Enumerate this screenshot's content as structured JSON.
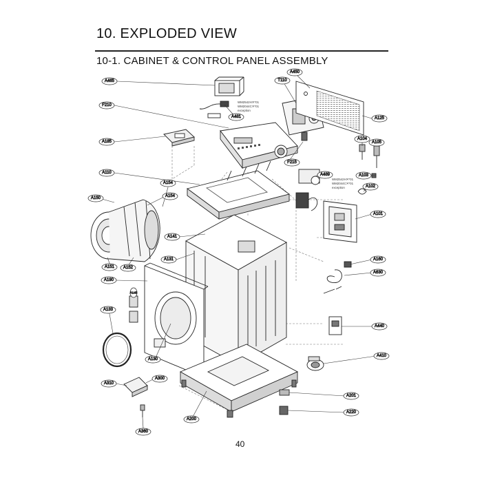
{
  "header": {
    "page_title": "10. EXPLODED VIEW",
    "section_title": "10-1. CABINET  & CONTROL PANEL ASSEMBLY"
  },
  "footer": {
    "page_number": "40"
  },
  "callouts": {
    "A465": "A465",
    "A450": "A450",
    "T110": "T110",
    "F210": "F210",
    "A481": "A481",
    "A125": "A125",
    "A185": "A185",
    "A104": "A104",
    "A105": "A105",
    "F215": "F215",
    "A110": "A110",
    "A489": "A489",
    "A103": "A103",
    "A102": "A102",
    "A154_top": "A154",
    "A150": "A150",
    "A154": "A154",
    "A101": "A101",
    "A141": "A141",
    "A131": "A131",
    "A151": "A151",
    "A152": "A152",
    "A160": "A160",
    "A630": "A630",
    "A190": "A190",
    "A145": "A145",
    "A133": "A133",
    "A440": "A440",
    "A410": "A410",
    "A130": "A130",
    "A310": "A310",
    "A300": "A300",
    "A201": "A201",
    "A220": "A220",
    "A200": "A200",
    "A360": "A360"
  },
  "notes": {
    "top_1": "WM2542H✕*01",
    "top_2": "WM2044C✕*01",
    "top_3": "exception",
    "mid_1": "WM2542H✕*01",
    "mid_2": "WM2044C✕*01",
    "mid_3": "exception"
  }
}
